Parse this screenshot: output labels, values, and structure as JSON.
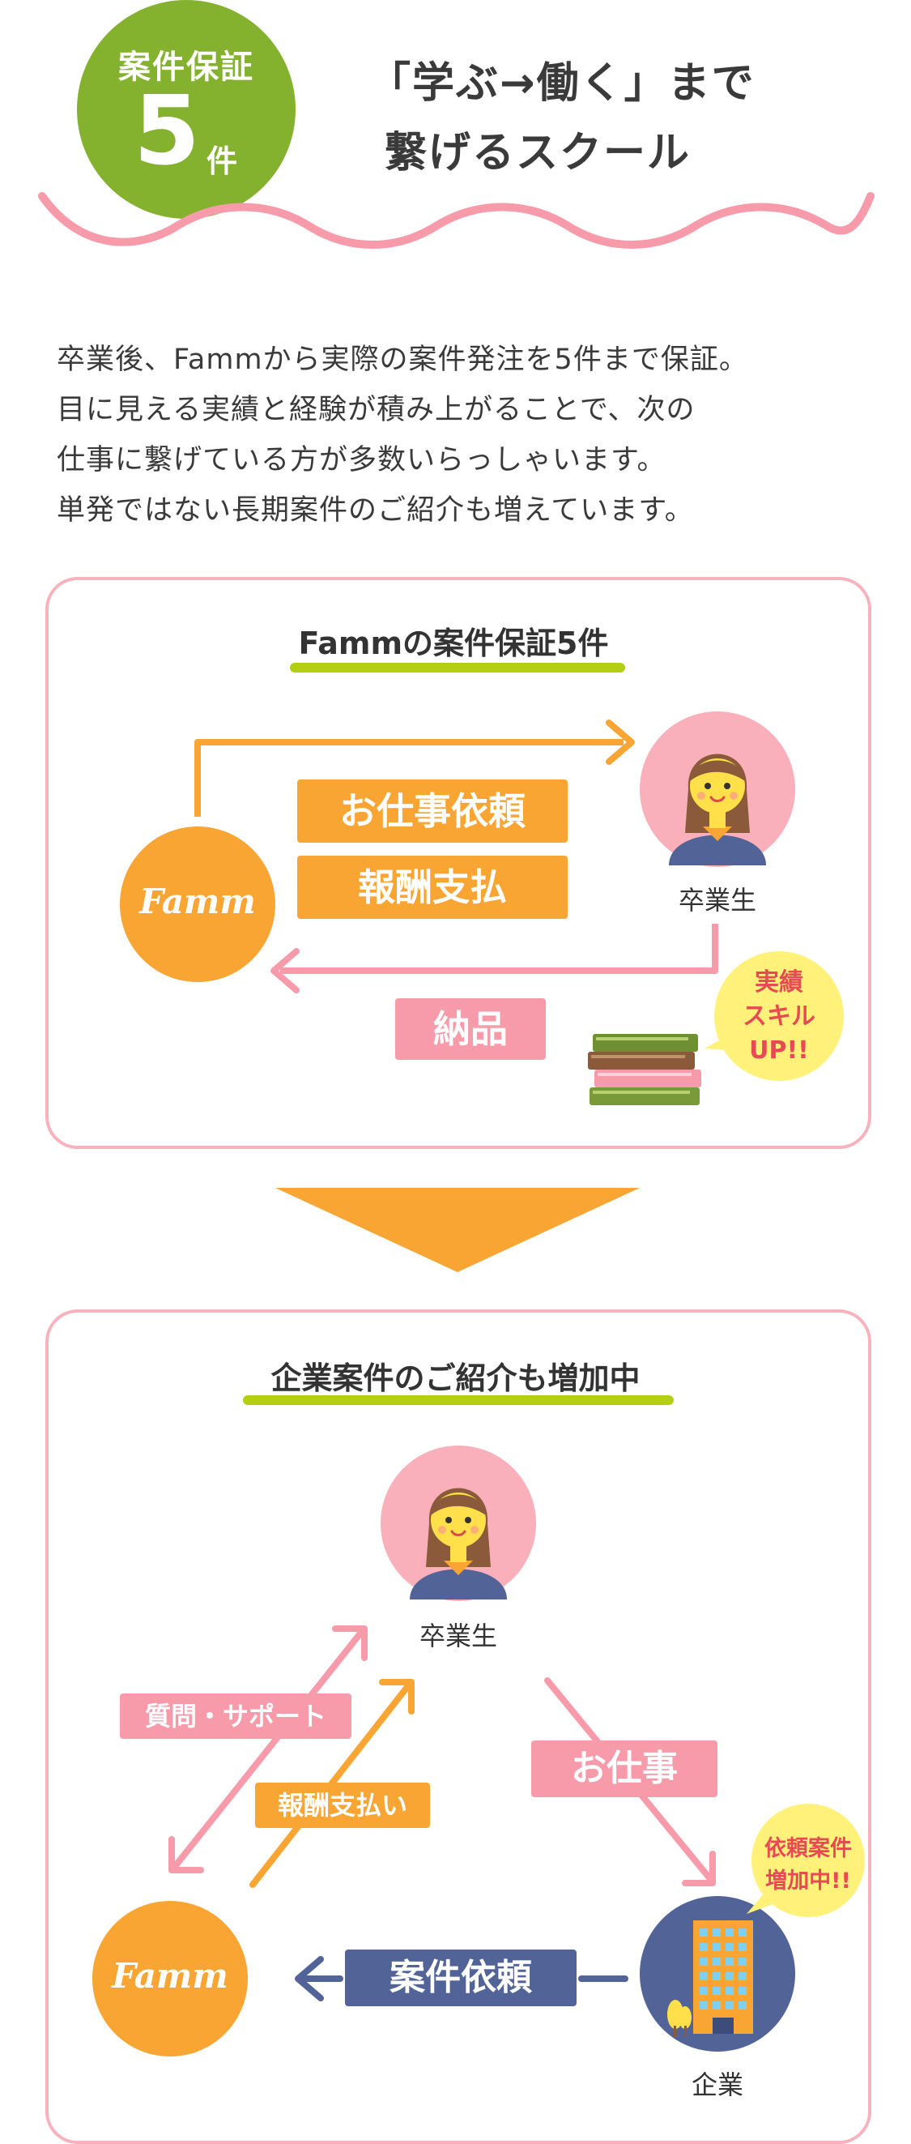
{
  "badge": {
    "title": "案件保証",
    "number": "5",
    "unit": "件"
  },
  "headline": {
    "line1": "「学ぶ→働く」まで",
    "line2": "繋げるスクール"
  },
  "intro": {
    "lines": [
      "卒業後、Fammから実際の案件発注を5件まで保証。",
      "目に見える実績と経験が積み上がることで、次の",
      "仕事に繋げている方が多数いらっしゃいます。",
      "単発ではない長期案件のご紹介も増えています。"
    ]
  },
  "panel1": {
    "title": "Fammの案件保証5件",
    "box_request": "お仕事依頼",
    "box_payment": "報酬支払",
    "box_delivery": "納品",
    "graduate_label": "卒業生",
    "logo": "Famm",
    "bubble": [
      "実績",
      "スキル",
      "UP!!"
    ]
  },
  "panel2": {
    "title": "企業案件のご紹介も増加中",
    "graduate_label": "卒業生",
    "company_label": "企業",
    "box_question": "質問・サポート",
    "box_reward": "報酬支払い",
    "box_work": "お仕事",
    "box_request": "案件依頼",
    "logo": "Famm",
    "bubble": [
      "依頼案件",
      "増加中!!"
    ]
  },
  "colors": {
    "green": "#84b22f",
    "orange": "#f9a534",
    "pink": "#f79bab",
    "panel_border": "#f8b2bd",
    "navy": "#526397",
    "lime": "#b4cf12",
    "yellow": "#fff17a",
    "red_text": "#e84a55"
  }
}
